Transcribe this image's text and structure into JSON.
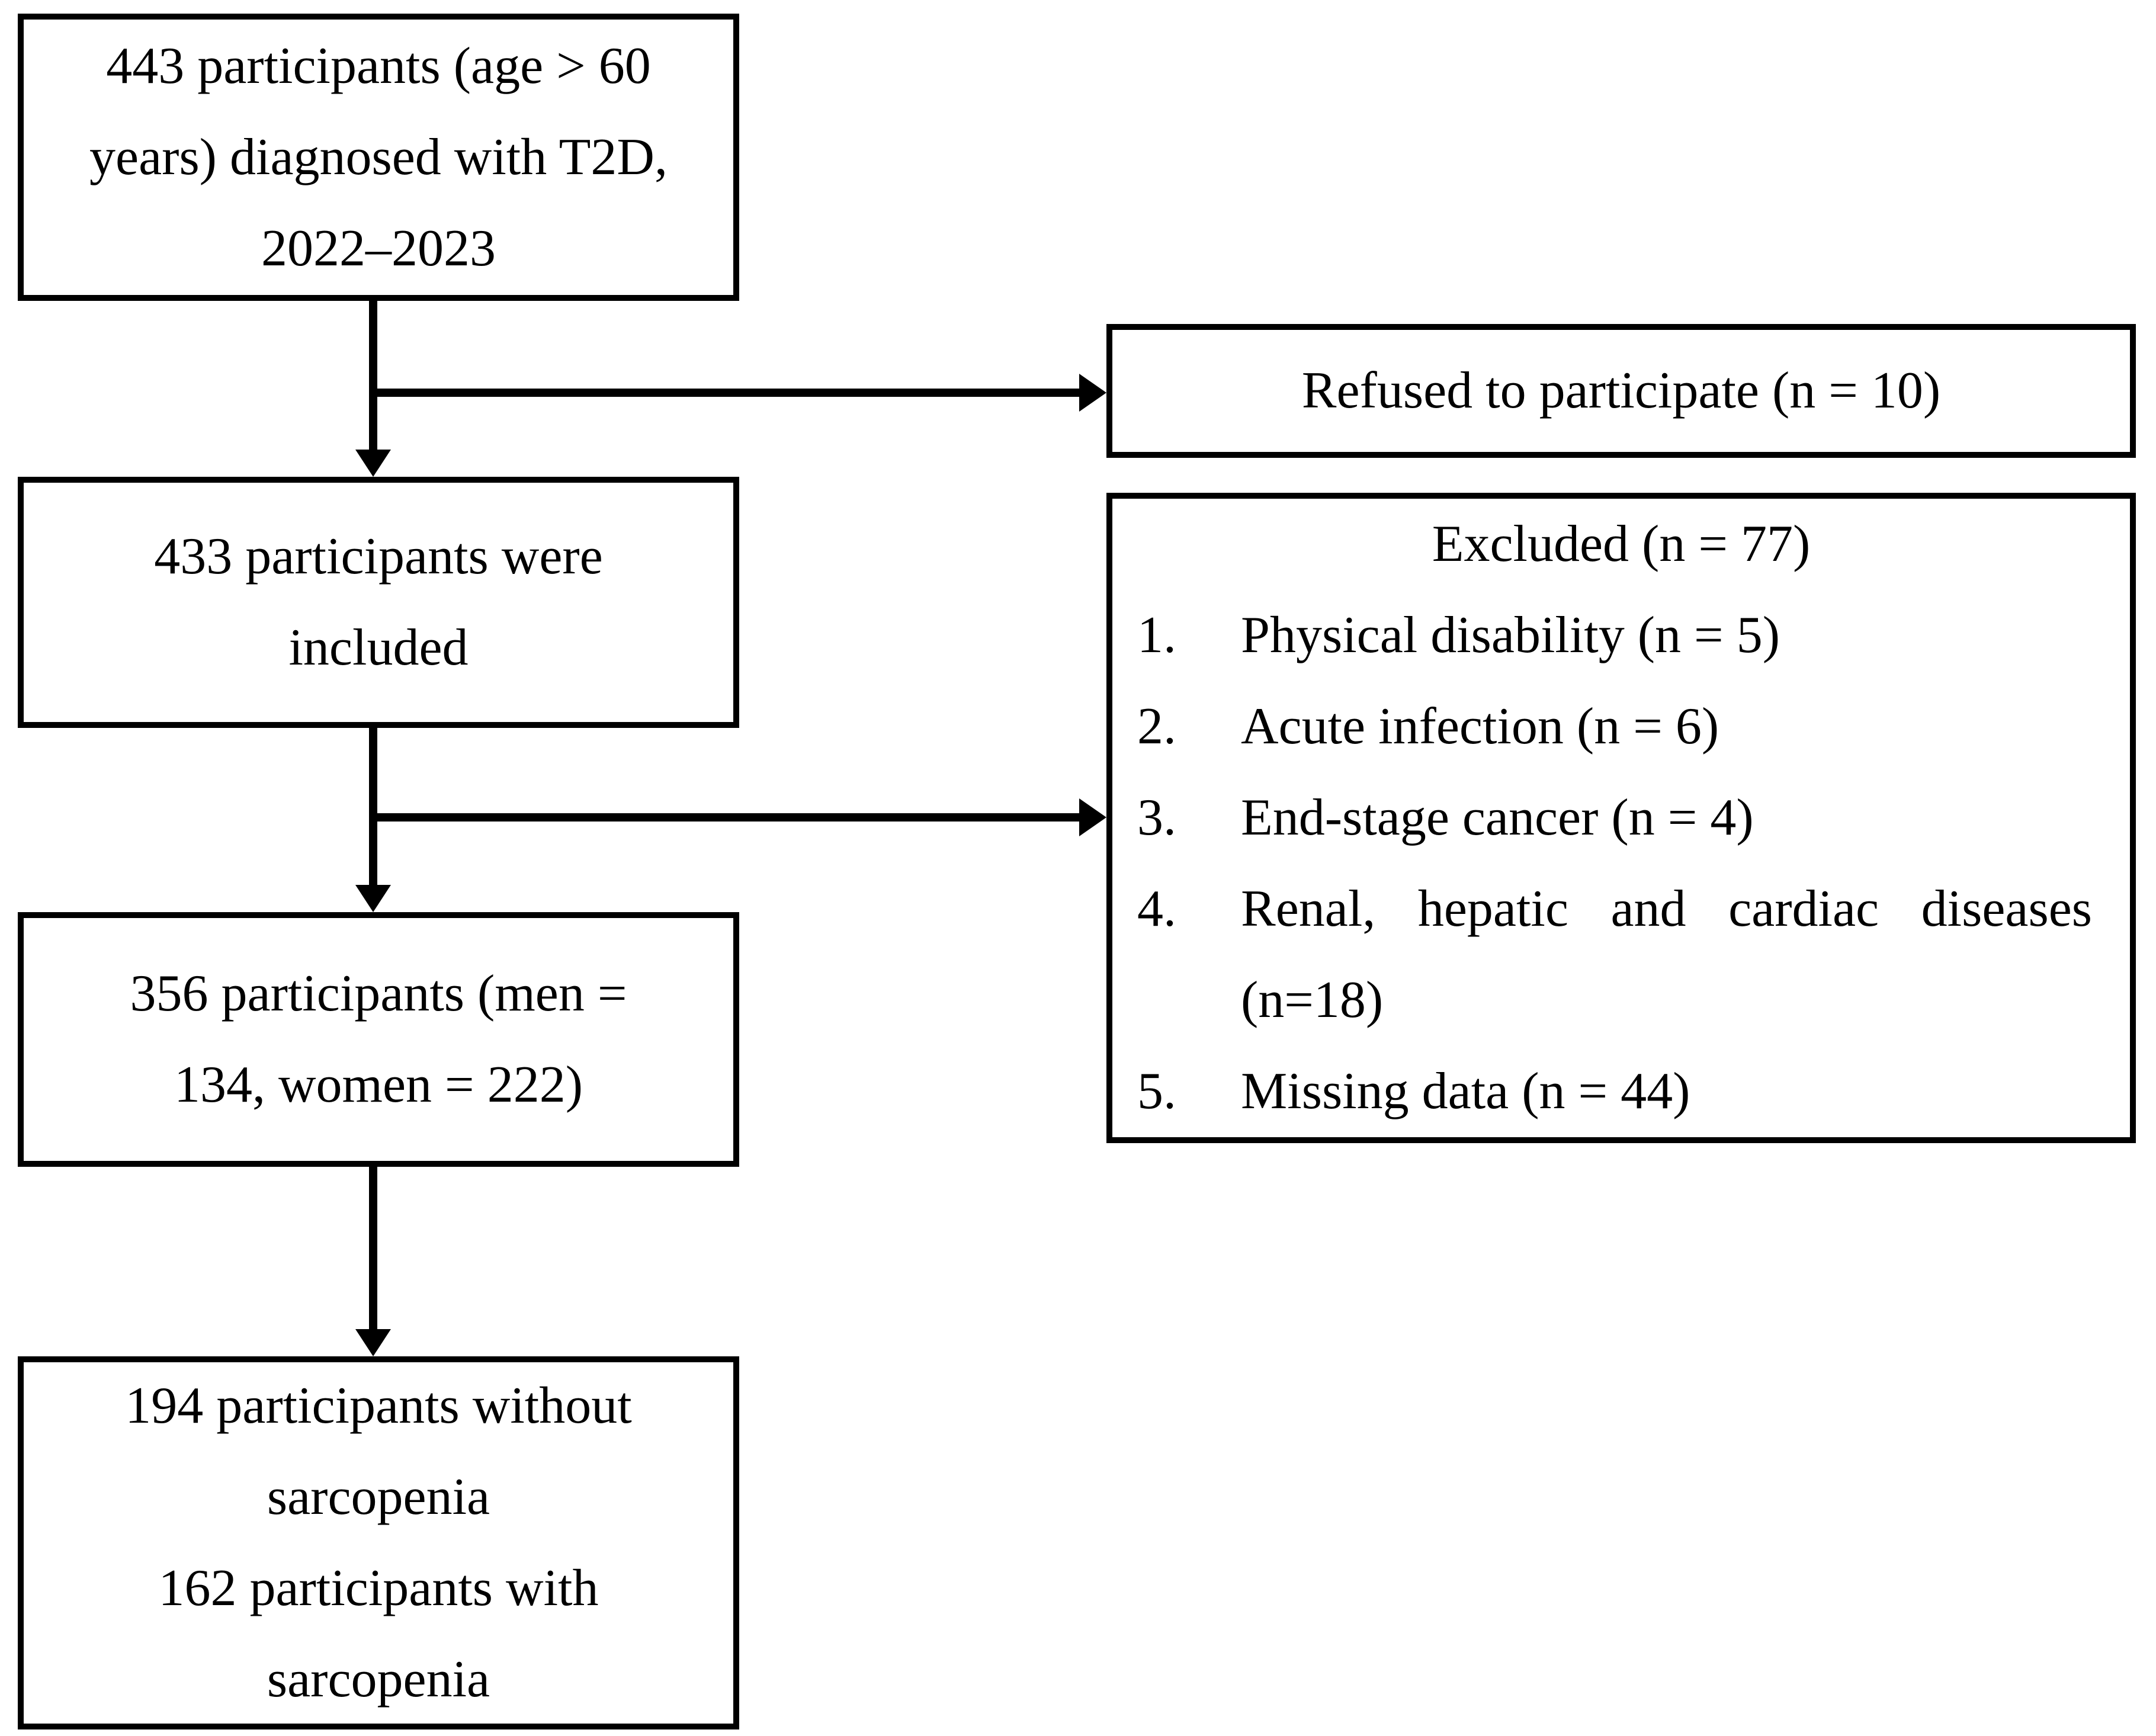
{
  "flow": {
    "box1": {
      "line1": "443 participants (age > 60",
      "line2": "years) diagnosed with T2D,",
      "line3": "2022–2023"
    },
    "refused": {
      "label": "Refused to participate (n = 10)"
    },
    "box2": {
      "line1": "433 participants were",
      "line2": "included"
    },
    "excluded": {
      "title": "Excluded (n = 77)",
      "items": [
        {
          "num": "1.",
          "text": "Physical disability (n = 5)"
        },
        {
          "num": "2.",
          "text": "Acute infection (n = 6)"
        },
        {
          "num": "3.",
          "text": "End-stage cancer (n = 4)"
        },
        {
          "num": "4.",
          "text": "Renal, hepatic and cardiac diseases",
          "text2": "(n=18)"
        },
        {
          "num": "5.",
          "text": "Missing data (n = 44)"
        }
      ]
    },
    "box3": {
      "line1": "356 participants (men =",
      "line2": "134, women = 222)"
    },
    "box4": {
      "line1": "194 participants without",
      "line2": "sarcopenia",
      "line3": "162 participants with",
      "line4": "sarcopenia"
    }
  },
  "colors": {
    "ink": "#000000",
    "background": "#ffffff"
  }
}
